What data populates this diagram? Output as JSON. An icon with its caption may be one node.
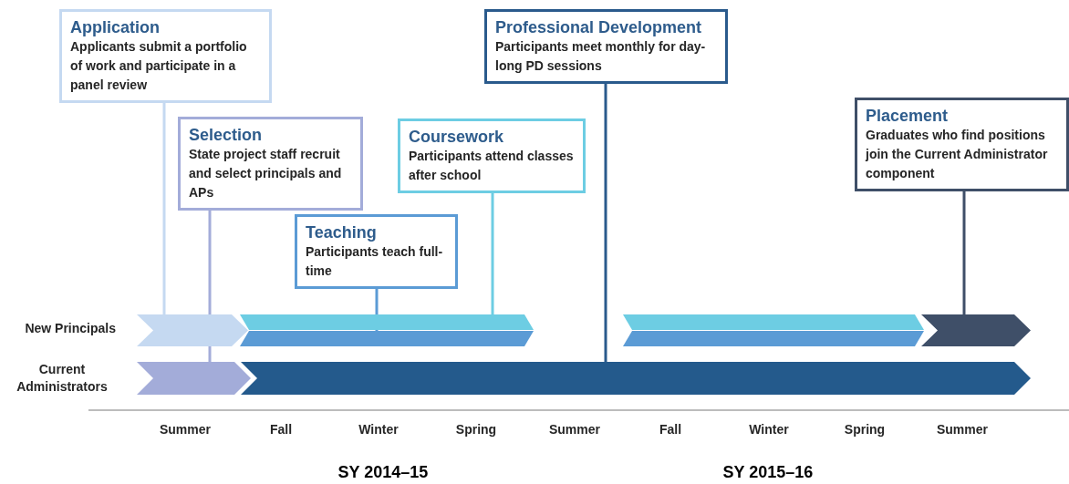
{
  "diagram": {
    "nodes": [
      {
        "text": [
          "Application",
          "Applicants submit a portfolio of work and participate in a panel review"
        ]
      },
      {
        "text": [
          "Selection",
          "State project staff recruit and select principals and APs"
        ]
      },
      {
        "text": [
          "Coursework",
          "Participants attend classes after school"
        ]
      },
      {
        "text": [
          "Teaching",
          "Participants teach full-time"
        ]
      },
      {
        "text": [
          "Professional Development",
          "Participants meet monthly for day-long PD sessions"
        ]
      },
      {
        "text": [
          "Placement",
          "Graduates who find positions join the Current Administrator component"
        ]
      },
      {
        "text": [],
        "shape": "bar"
      },
      {
        "text": [],
        "shape": "bar"
      },
      {
        "text": [],
        "shape": "bar"
      },
      {
        "text": [],
        "shape": "bar"
      },
      {
        "text": [],
        "shape": "bar"
      },
      {
        "text": [],
        "shape": "bar"
      },
      {
        "text": [],
        "shape": "bar"
      },
      {
        "text": [],
        "shape": "bar"
      }
    ],
    "edges": [
      {
        "from": 0,
        "to": 6,
        "arrow": "none",
        "color": "#c5d9f1"
      },
      {
        "from": 1,
        "to": 12,
        "arrow": "none",
        "color": "#a3acd9"
      },
      {
        "from": 2,
        "to": 7,
        "arrow": "none",
        "color": "#6dcde3"
      },
      {
        "from": 3,
        "to": 8,
        "arrow": "none",
        "color": "#5b9bd5"
      },
      {
        "from": 4,
        "to": 13,
        "arrow": "none",
        "color": "#2a5a8c"
      },
      {
        "from": 5,
        "to": 11,
        "arrow": "none",
        "color": "#3f4f68"
      }
    ],
    "labels": [
      "New Principals",
      "Current Administrators",
      "Summer",
      "Fall",
      "Winter",
      "Spring",
      "Summer",
      "Fall",
      "Winter",
      "Spring",
      "Summer",
      "SY 2014–15",
      "SY 2015–16"
    ]
  }
}
